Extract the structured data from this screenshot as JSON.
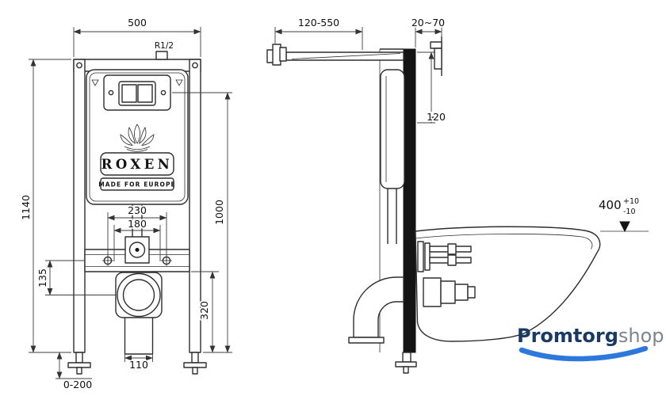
{
  "front_view": {
    "width_mm": "500",
    "inlet_thread": "R1/2",
    "height_mm": "1140",
    "fixing_width_outer": "230",
    "fixing_width_inner": "180",
    "bracket_to_outlet": "135",
    "flush_pipe_height": "1000",
    "outlet_height": "320",
    "outlet_pipe_width": "110",
    "leg_adjustment": "0-200"
  },
  "side_view": {
    "inlet_length_range": "120-550",
    "wall_offset_range": "20~70",
    "frame_depth": "120",
    "bowl_height": "400",
    "bowl_height_tol_plus": "+10",
    "bowl_height_tol_minus": "-10"
  },
  "product": {
    "brand": "ROXEN",
    "tagline": "MADE FOR EUROPE"
  },
  "watermark": {
    "primary": "Promtorg",
    "secondary": "shop"
  },
  "colors": {
    "line": "#2e2e2e",
    "frame_fill": "#141414",
    "brand_navy": "#1a3a66",
    "shop_gray": "#7e858f",
    "swoosh_blue": "#2d78dd"
  }
}
